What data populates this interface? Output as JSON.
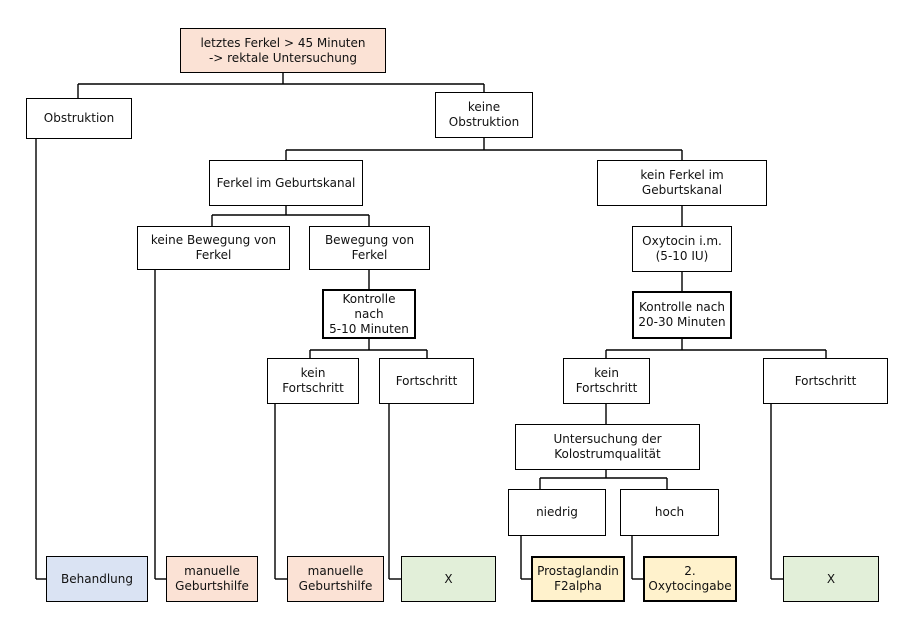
{
  "diagram": {
    "nodes": {
      "root": "letztes Ferkel > 45 Minuten\n-> rektale Untersuchung",
      "obstruktion": "Obstruktion",
      "keine_obstruktion": "keine\nObstruktion",
      "ferkel_geburtskanal": "Ferkel im Geburtskanal",
      "kein_ferkel_geburtskanal": "kein Ferkel im\nGeburtskanal",
      "keine_bewegung": "keine Bewegung von\nFerkel",
      "bewegung": "Bewegung von\nFerkel",
      "kontrolle_5_10": "Kontrolle nach\n5-10 Minuten",
      "oxytocin": "Oxytocin i.m.\n(5-10 IU)",
      "kontrolle_20_30": "Kontrolle nach\n20-30 Minuten",
      "kein_fortschritt_1": "kein\nFortschritt",
      "fortschritt_1": "Fortschritt",
      "kein_fortschritt_2": "kein\nFortschritt",
      "fortschritt_2": "Fortschritt",
      "untersuchung_kolostrum": "Untersuchung der\nKolostrumqualität",
      "niedrig": "niedrig",
      "hoch": "hoch",
      "behandlung": "Behandlung",
      "manuelle_geburtshilfe_1": "manuelle\nGeburtshilfe",
      "manuelle_geburtshilfe_2": "manuelle\nGeburtshilfe",
      "x_1": "X",
      "prostaglandin": "Prostaglandin\nF2alpha",
      "zweite_oxytocingabe": "2.\nOxytocingabe",
      "x_2": "X"
    },
    "colors": {
      "line": "#000000",
      "orange": "#fbe2d5",
      "blue": "#dae3f3",
      "green": "#e2efd9",
      "yellow": "#fff2cc"
    }
  }
}
